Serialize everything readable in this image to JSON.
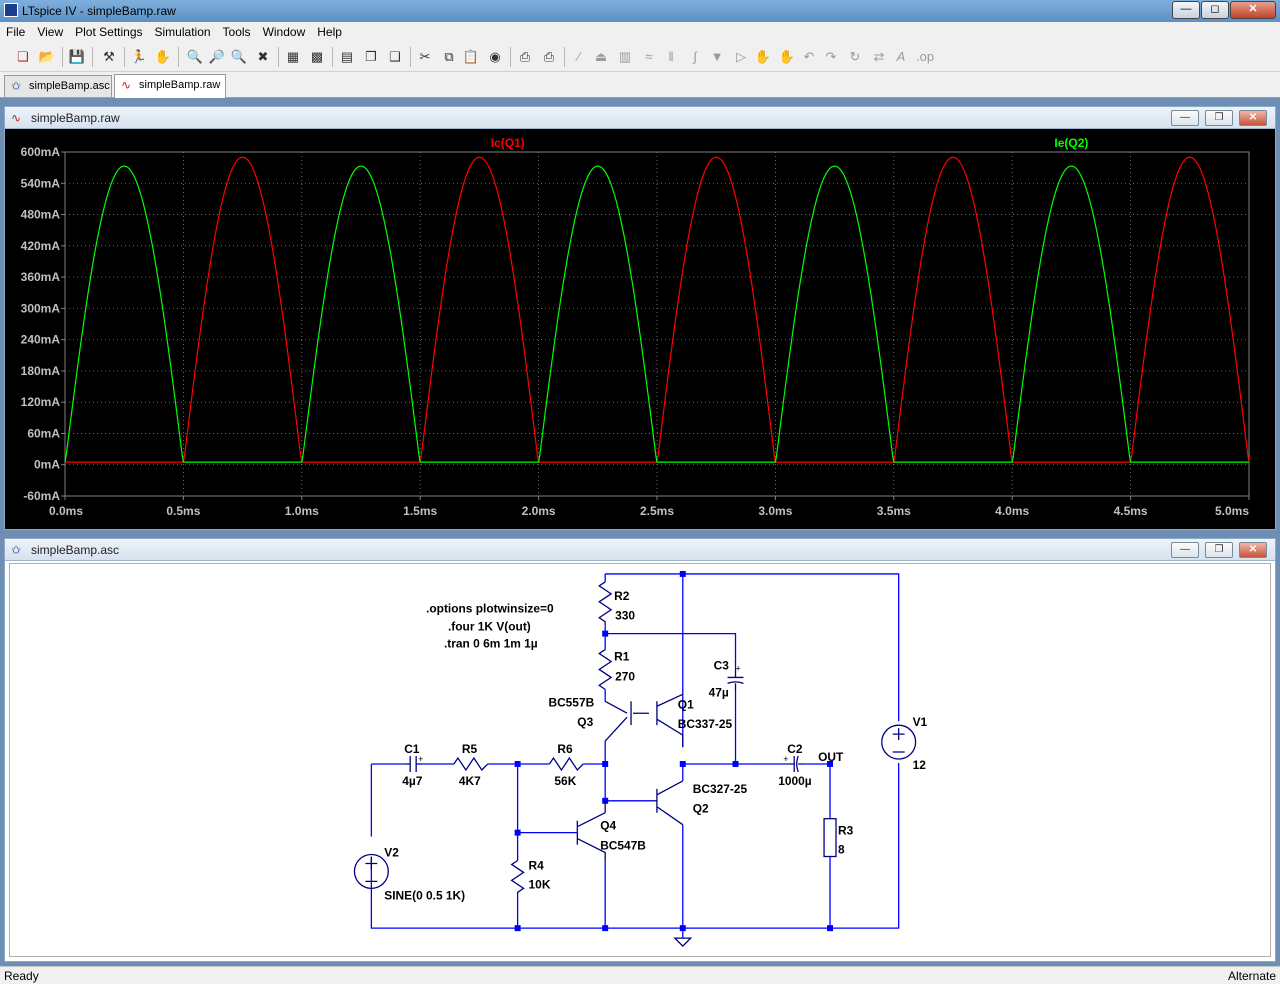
{
  "window": {
    "title": "LTspice IV - simpleBamp.raw"
  },
  "menu": [
    "File",
    "View",
    "Plot Settings",
    "Simulation",
    "Tools",
    "Window",
    "Help"
  ],
  "tabs": [
    {
      "label": "simpleBamp.asc",
      "active": false
    },
    {
      "label": "simpleBamp.raw",
      "active": true
    }
  ],
  "plot_window": {
    "title": "simpleBamp.raw"
  },
  "schematic_window": {
    "title": "simpleBamp.asc"
  },
  "chart_data": {
    "type": "line",
    "series": [
      {
        "name": "Ic(Q1)",
        "color": "#ff0000",
        "peak": 590,
        "half_cycles_start": [
          0.5,
          1.5,
          2.5,
          3.5,
          4.5
        ]
      },
      {
        "name": "Ie(Q2)",
        "color": "#00ff00",
        "peak": 573,
        "half_cycles_start": [
          0.0,
          1.0,
          2.0,
          3.0,
          4.0
        ]
      }
    ],
    "xlim": [
      0,
      5
    ],
    "ylim": [
      -60,
      600
    ],
    "x_ticks": [
      "0.0ms",
      "0.5ms",
      "1.0ms",
      "1.5ms",
      "2.0ms",
      "2.5ms",
      "3.0ms",
      "3.5ms",
      "4.0ms",
      "4.5ms",
      "5.0ms"
    ],
    "y_ticks": [
      "600mA",
      "540mA",
      "480mA",
      "420mA",
      "360mA",
      "300mA",
      "240mA",
      "180mA",
      "120mA",
      "60mA",
      "0mA",
      "-60mA"
    ],
    "baseline": 5,
    "grid": true,
    "background": "#000000"
  },
  "schematic": {
    "directives": [
      ".options plotwinsize=0",
      ".four 1K V(out)",
      ".tran 0 6m 1m 1µ"
    ],
    "labels": {
      "R2": "R2",
      "R2v": "330",
      "R1": "R1",
      "R1v": "270",
      "C3": "C3",
      "C3v": "47µ",
      "Q3model": "BC557B",
      "Q3": "Q3",
      "Q1": "Q1",
      "Q1model": "BC337-25",
      "C1": "C1",
      "C1v": "4µ7",
      "R5": "R5",
      "R5v": "4K7",
      "R6": "R6",
      "R6v": "56K",
      "C2": "C2",
      "C2v": "1000µ",
      "OUT": "OUT",
      "V1": "V1",
      "V1v": "12",
      "Q2model": "BC327-25",
      "Q2": "Q2",
      "Q4": "Q4",
      "Q4model": "BC547B",
      "R3": "R3",
      "R3v": "8",
      "V2": "V2",
      "V2v": "SINE(0 0.5 1K)",
      "R4": "R4",
      "R4v": "10K"
    },
    "wire_color": "#0000ff",
    "component_color": "#000080"
  },
  "status": {
    "left": "Ready",
    "right": "Alternate"
  }
}
